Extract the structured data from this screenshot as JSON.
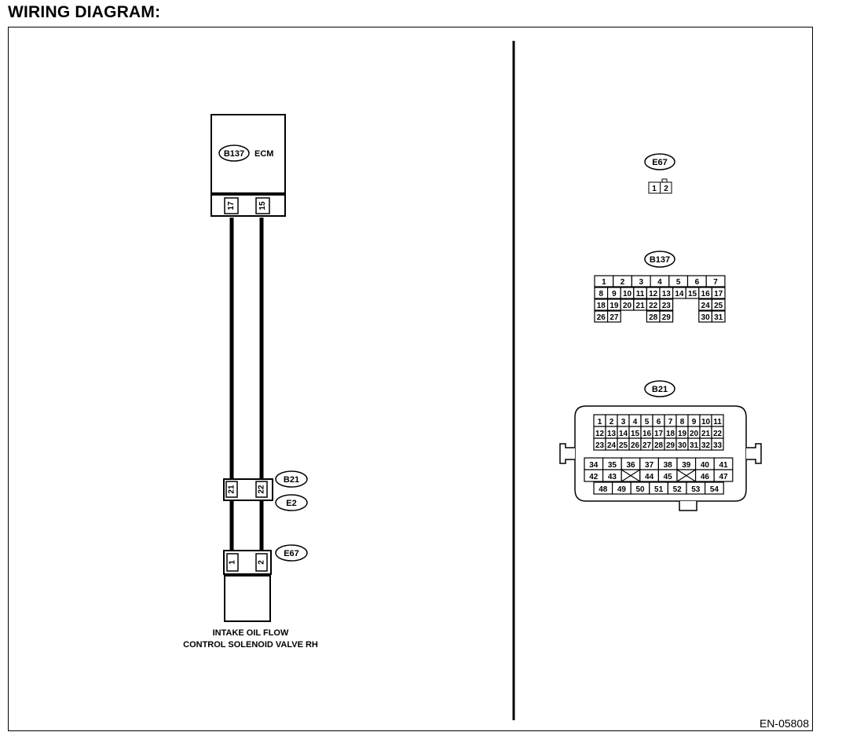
{
  "page_title": "WIRING DIAGRAM:",
  "figure_code": "EN-05808",
  "ecm": {
    "connector_id": "B137",
    "label": "ECM",
    "pins": [
      "17",
      "15"
    ]
  },
  "joint_connector": {
    "id_upper": "B21",
    "id_lower": "E2",
    "pins": [
      "21",
      "22"
    ]
  },
  "valve": {
    "connector_id": "E67",
    "pins": [
      "1",
      "2"
    ],
    "label_line1": "INTAKE OIL FLOW",
    "label_line2": "CONTROL SOLENOID VALVE RH"
  },
  "connector_views": {
    "e67": {
      "id": "E67",
      "pins": [
        "1",
        "2"
      ]
    },
    "b137": {
      "id": "B137",
      "rows": [
        [
          "1",
          "2",
          "3",
          "4",
          "5",
          "6",
          "7"
        ],
        [
          "8",
          "9",
          "10",
          "11",
          "12",
          "13",
          "14",
          "15",
          "16",
          "17"
        ],
        [
          "18",
          "19",
          "20",
          "21",
          "22",
          "23",
          "24",
          "25"
        ],
        [
          "26",
          "27",
          "28",
          "29",
          "30",
          "31"
        ]
      ]
    },
    "b21": {
      "id": "B21",
      "rows": [
        [
          "1",
          "2",
          "3",
          "4",
          "5",
          "6",
          "7",
          "8",
          "9",
          "10",
          "11"
        ],
        [
          "12",
          "13",
          "14",
          "15",
          "16",
          "17",
          "18",
          "19",
          "20",
          "21",
          "22"
        ],
        [
          "23",
          "24",
          "25",
          "26",
          "27",
          "28",
          "29",
          "30",
          "31",
          "32",
          "33"
        ],
        [
          "34",
          "35",
          "36",
          "37",
          "38",
          "39",
          "40",
          "41"
        ],
        [
          "42",
          "43",
          "",
          "44",
          "45",
          "",
          "46",
          "47"
        ],
        [
          "48",
          "49",
          "50",
          "51",
          "52",
          "53",
          "54"
        ]
      ]
    }
  }
}
